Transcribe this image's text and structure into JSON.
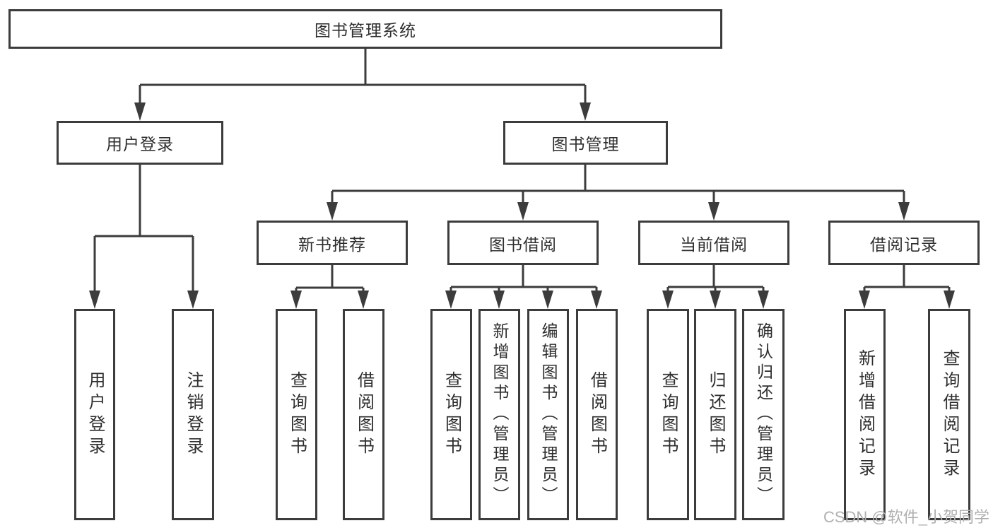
{
  "diagram": {
    "root": {
      "label": "图书管理系统"
    },
    "level2": {
      "user_login": {
        "label": "用户登录"
      },
      "book_management": {
        "label": "图书管理"
      }
    },
    "level3": {
      "new_book_recommend": {
        "label": "新书推荐"
      },
      "book_borrow": {
        "label": "图书借阅"
      },
      "current_borrow": {
        "label": "当前借阅"
      },
      "borrow_records": {
        "label": "借阅记录"
      }
    },
    "leaves": {
      "user_login": {
        "label": "用户登录"
      },
      "logout": {
        "label": "注销登录"
      },
      "newbook_query_books": {
        "label": "查询图书"
      },
      "newbook_borrow_books": {
        "label": "借阅图书"
      },
      "borrow_query_books": {
        "label": "查询图书"
      },
      "borrow_add_books_admin": {
        "label": "新增图书（管理员）"
      },
      "borrow_edit_books_admin": {
        "label": "编辑图书（管理员）"
      },
      "borrow_borrow_books": {
        "label": "借阅图书"
      },
      "current_query_books": {
        "label": "查询图书"
      },
      "current_return_books": {
        "label": "归还图书"
      },
      "current_confirm_return_admin": {
        "label": "确认归还（管理员）"
      },
      "records_add_record": {
        "label": "新增借阅记录"
      },
      "records_query_record": {
        "label": "查询借阅记录"
      }
    },
    "watermark": "CSDN @软件_小贺同学",
    "colors": {
      "line": "#3c3c3c",
      "border": "#3c3c3c",
      "text": "#2e2e2e",
      "watermark": "#b0b0b0",
      "background": "#ffffff"
    }
  }
}
